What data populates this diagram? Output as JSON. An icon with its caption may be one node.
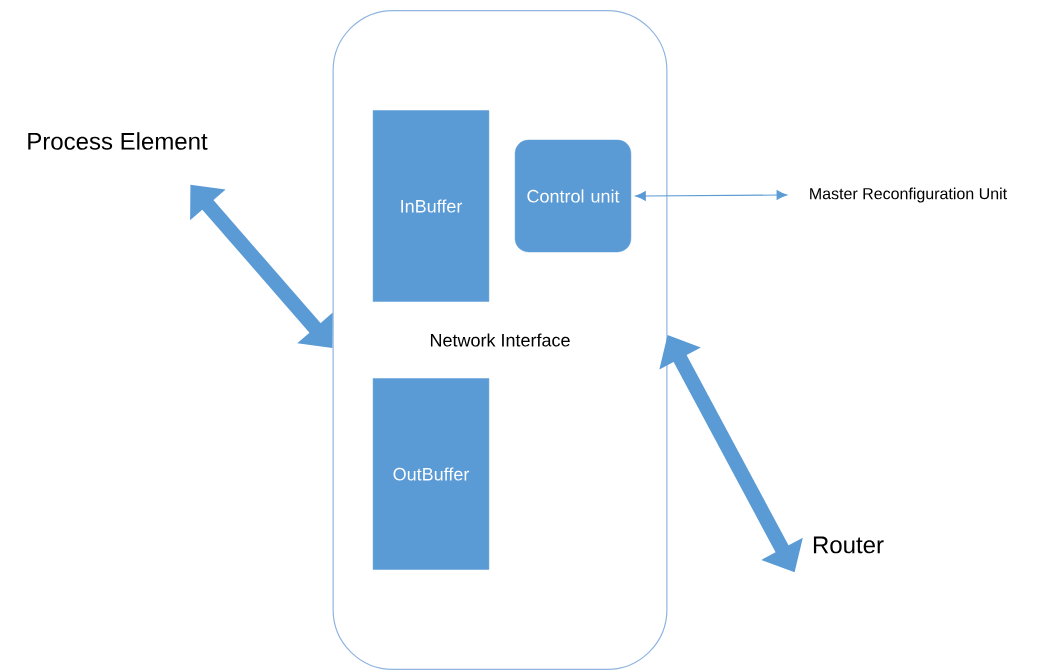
{
  "diagram": {
    "nodes": [
      {
        "text": [
          "Network Interface"
        ]
      },
      {
        "text": [
          "InBuffer"
        ],
        "in": 0
      },
      {
        "text": [
          "Control unit"
        ],
        "in": 0
      },
      {
        "text": [
          "OutBuffer"
        ],
        "in": 0
      },
      {
        "text": [
          "Process Element"
        ]
      },
      {
        "text": [
          "Master Reconfiguration Unit"
        ]
      },
      {
        "text": [
          "Router"
        ]
      }
    ],
    "edges": [
      {
        "from": 4,
        "to": 0,
        "arrow": "both"
      },
      {
        "from": 2,
        "to": 5,
        "arrow": "both"
      },
      {
        "from": 0,
        "to": 6,
        "arrow": "both"
      }
    ]
  }
}
